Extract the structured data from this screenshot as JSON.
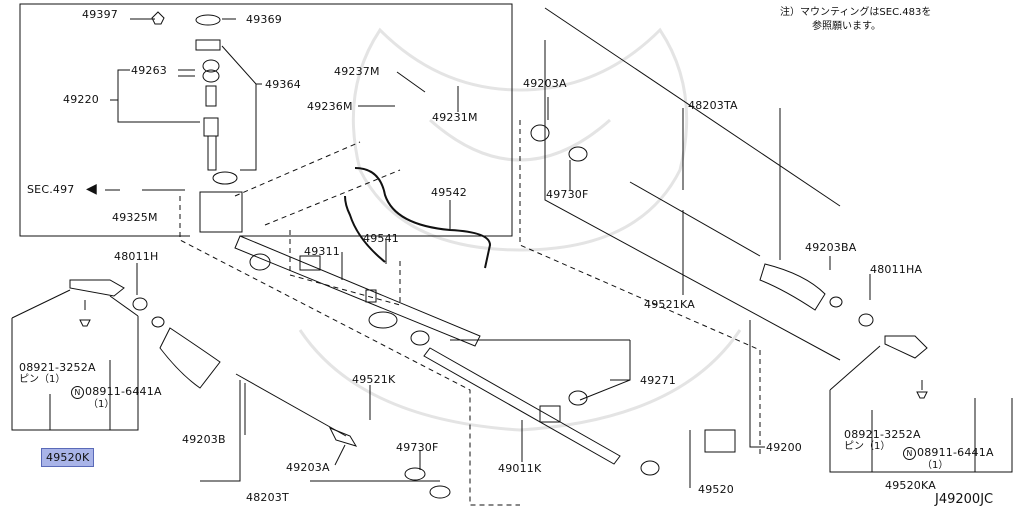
{
  "diagram_id": "J49200JC",
  "note": {
    "line1": "注）マウンティングはSEC.483を",
    "line2": "参照願います。"
  },
  "sec_ref": "SEC.497",
  "labels": {
    "p49397": "49397",
    "p49369": "49369",
    "p49263": "49263",
    "p49220": "49220",
    "p49364": "49364",
    "p49237M": "49237M",
    "p49236M": "49236M",
    "p49231M": "49231M",
    "p49325M": "49325M",
    "p49542": "49542",
    "p49541": "49541",
    "p49311": "49311",
    "p48011H": "48011H",
    "p49203A_top": "49203A",
    "p48203TA": "48203TA",
    "p49730F_top": "49730F",
    "p49203BA": "49203BA",
    "p48011HA": "48011HA",
    "p49521KA": "49521KA",
    "p49271": "49271",
    "p49200": "49200",
    "p49011K": "49011K",
    "p49520": "49520",
    "p49521K": "49521K",
    "p49203B": "49203B",
    "p49730F_bot": "49730F",
    "p49203A_bot": "49203A",
    "p48203T": "48203T",
    "p49520K": "49520K",
    "p49520KA": "49520KA",
    "left_pin_code": "08921-3252A",
    "left_pin_qty": "ピン（1）",
    "left_nut_code": "08911-6441A",
    "left_nut_qty": "（1）",
    "right_pin_code": "08921-3252A",
    "right_pin_qty": "ピン（1）",
    "right_nut_code": "08911-6441A",
    "right_nut_qty": "（1）",
    "nut_symbol": "N"
  }
}
